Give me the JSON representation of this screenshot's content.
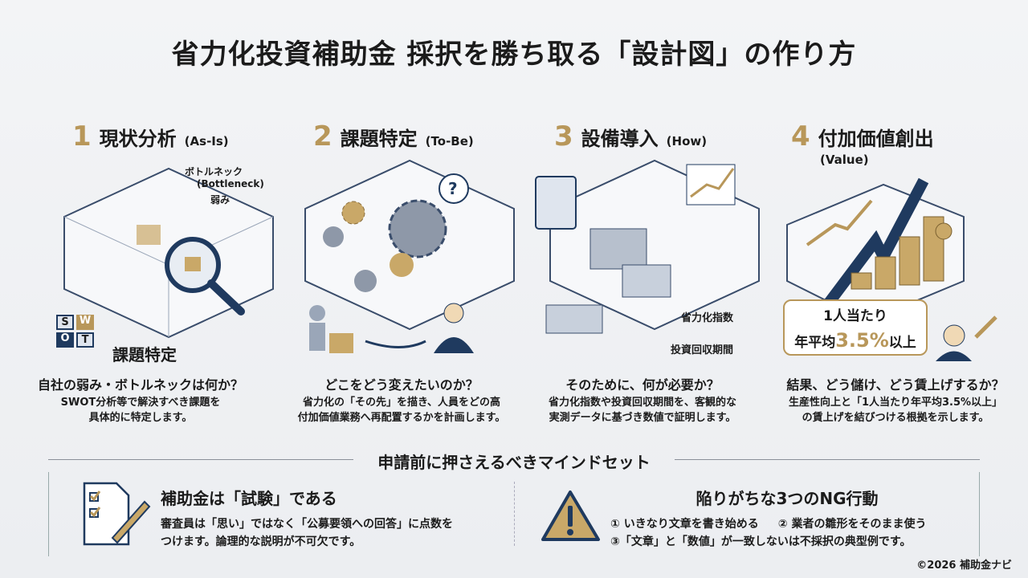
{
  "title": "省力化投資補助金 採択を勝ち取る「設計図」の作り方",
  "steps": [
    {
      "num": "1",
      "label": "現状分析",
      "sub": "(As-Is)",
      "q": "自社の弱み・ボトルネックは何か？",
      "d1": "SWOT分析等で解決すべき課題を",
      "d2": "具体的に特定します。",
      "tags": {
        "bottleneck": "ボトルネック",
        "bottleneck_en": "(Bottleneck)",
        "weak": "弱み",
        "swot": [
          "S",
          "W",
          "O",
          "T"
        ],
        "issue": "課題特定"
      }
    },
    {
      "num": "2",
      "label": "課題特定",
      "sub": "(To-Be)",
      "q": "どこをどう変えたいのか？",
      "d1": "省力化の「その先」を描き、人員をどの高",
      "d2": "付加価値業務へ再配置するかを計画します。"
    },
    {
      "num": "3",
      "label": "設備導入",
      "sub": "(How)",
      "q": "そのために、何が必要か？",
      "d1": "省力化指数や投資回収期間を、客観的な",
      "d2": "実測データに基づき数値で証明します。",
      "tags": {
        "index": "省力化指数",
        "payback": "投資回収期間"
      }
    },
    {
      "num": "4",
      "label": "付加価値創出",
      "sub": "(Value)",
      "q": "結果、どう儲け、どう賃上げするか？",
      "d1": "生産性向上と「1人当たり年平均3.5%以上」",
      "d2": "の賃上げを結びつける根拠を示します。",
      "bubble": {
        "l1": "1人当たり",
        "pre": "年平均",
        "big": "3.5%",
        "post": "以上"
      }
    }
  ],
  "mindset": {
    "title": "申請前に押さえるべきマインドセット",
    "left": {
      "title": "補助金は「試験」である",
      "t1": "審査員は「思い」ではなく「公募要領への回答」に点数を",
      "t2": "つけます。論理的な説明が不可欠です。"
    },
    "right": {
      "title": "陥りがちな3つのNG行動",
      "t1a": "① いきなり文章を書き始める",
      "t1b": "② 業者の雛形をそのまま使う",
      "t2": "③「文章」と「数値」が一致しないは不採択の典型例です。"
    }
  },
  "copyright": "©2026 補助金ナビ",
  "colors": {
    "gold": "#b8975a",
    "navy": "#1f3a5f"
  }
}
